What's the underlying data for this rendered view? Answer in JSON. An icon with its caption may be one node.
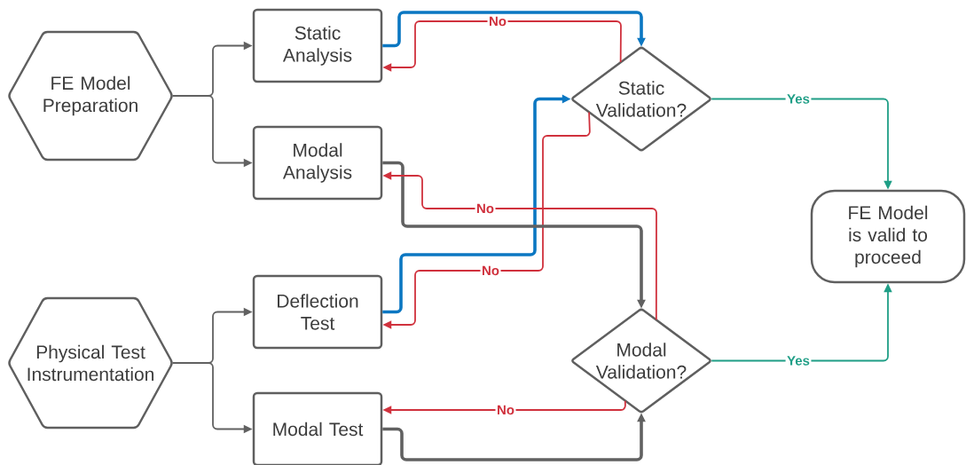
{
  "diagram": {
    "nodes": [
      {
        "text": [
          "FE Model Preparation"
        ]
      },
      {
        "text": [
          "Static Analysis"
        ]
      },
      {
        "text": [
          "Modal Analysis"
        ]
      },
      {
        "text": [
          "Static Validation?"
        ]
      },
      {
        "text": [
          "FE Model is valid to proceed"
        ]
      },
      {
        "text": [
          "Physical Test Instrumentation"
        ]
      },
      {
        "text": [
          "Deflection Test"
        ]
      },
      {
        "text": [
          "Modal Validation?"
        ]
      },
      {
        "text": [
          "Modal Test"
        ]
      }
    ],
    "edges": [
      {
        "from": 0,
        "to": 1,
        "arrow": "to"
      },
      {
        "from": 0,
        "to": 2,
        "arrow": "to"
      },
      {
        "from": 5,
        "to": 6,
        "arrow": "to"
      },
      {
        "from": 5,
        "to": 8,
        "arrow": "to"
      },
      {
        "from": 1,
        "to": 3,
        "arrow": "to",
        "style": "thick",
        "color": "#0b77c2"
      },
      {
        "from": 3,
        "to": 1,
        "arrow": "to",
        "label": "No",
        "color": "#d0313d"
      },
      {
        "from": 6,
        "to": 3,
        "arrow": "to",
        "style": "thick",
        "color": "#0b77c2"
      },
      {
        "from": 3,
        "to": 6,
        "arrow": "to",
        "label": "No",
        "color": "#d0313d"
      },
      {
        "from": 2,
        "to": 7,
        "arrow": "to",
        "style": "thick"
      },
      {
        "from": 7,
        "to": 2,
        "arrow": "to",
        "label": "No",
        "color": "#d0313d"
      },
      {
        "from": 8,
        "to": 7,
        "arrow": "to",
        "style": "thick"
      },
      {
        "from": 7,
        "to": 8,
        "arrow": "to",
        "label": "No",
        "color": "#d0313d"
      },
      {
        "from": 3,
        "to": 4,
        "arrow": "to",
        "label": "Yes",
        "color": "#1f9e86"
      },
      {
        "from": 7,
        "to": 4,
        "arrow": "to",
        "label": "Yes",
        "color": "#1f9e86"
      }
    ]
  }
}
